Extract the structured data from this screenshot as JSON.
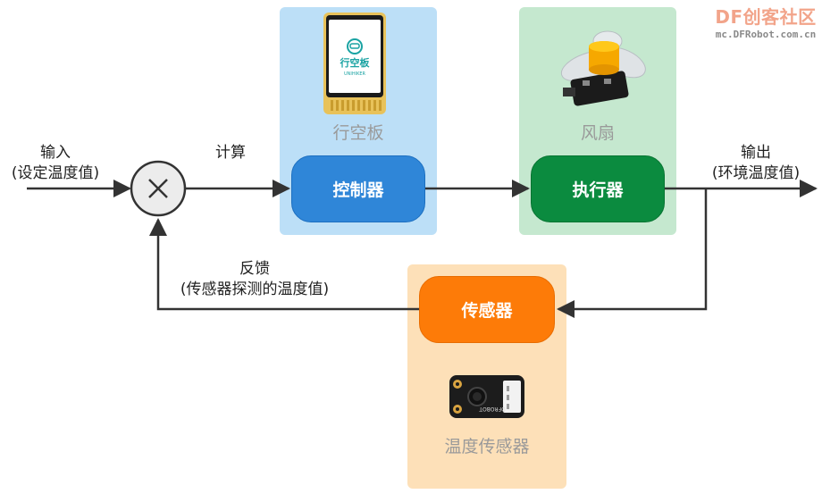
{
  "watermark": {
    "title": "DF创客社区",
    "url": "mc.DFRobot.com.cn"
  },
  "input_label": {
    "line1": "输入",
    "line2": "(设定温度值)"
  },
  "compute_label": "计算",
  "output_label": {
    "line1": "输出",
    "line2": "(环境温度值)"
  },
  "feedback_label": {
    "line1": "反馈",
    "line2": "(传感器探测的温度值)"
  },
  "controller": {
    "caption": "行空板",
    "block": "控制器",
    "device_text": "行空板",
    "device_subtext": "UNIHIKER"
  },
  "actuator": {
    "caption": "风扇",
    "block": "执行器"
  },
  "sensor": {
    "caption": "温度传感器",
    "block": "传感器",
    "device_text": "DFROBOT"
  },
  "colors": {
    "controller_panel": "#bcdff7",
    "controller_block": "#2f86d8",
    "actuator_panel": "#c5e8cf",
    "actuator_block": "#0b8b3f",
    "sensor_panel": "#fde0b8",
    "sensor_block": "#fd7b08",
    "wire": "#333333"
  }
}
